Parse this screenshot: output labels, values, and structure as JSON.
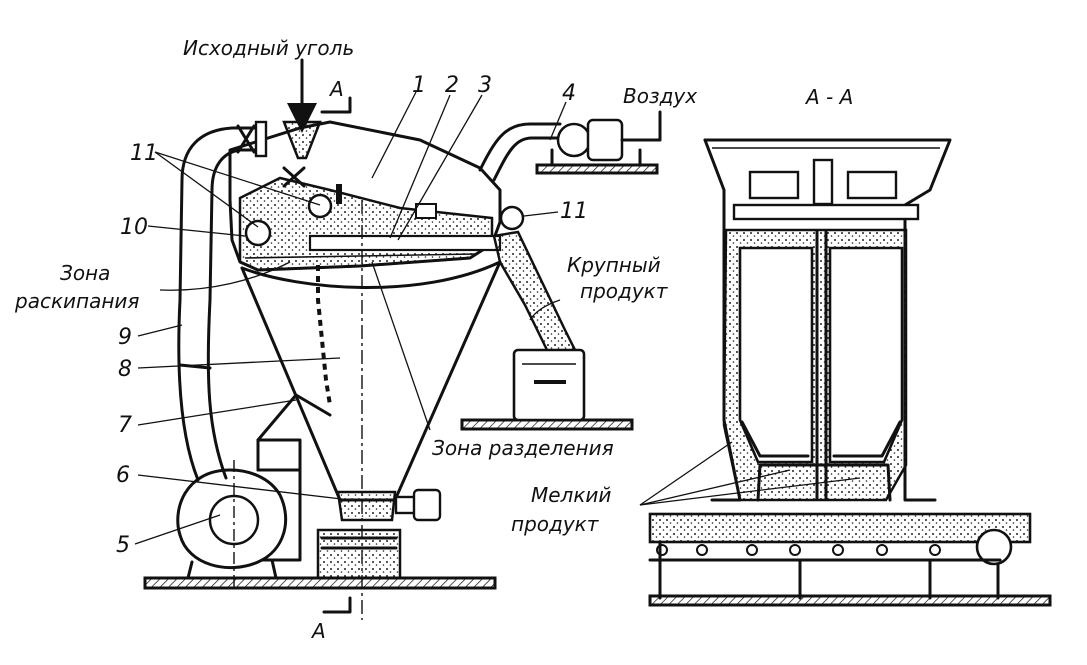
{
  "labels": {
    "source_coal": "Исходный уголь",
    "air": "Воздух",
    "section": "А - А",
    "section_mark": "А",
    "boiling_zone_1": "Зона",
    "boiling_zone_2": "раскипания",
    "coarse_product_1": "Крупный",
    "coarse_product_2": "продукт",
    "separation_zone": "Зона разделения",
    "fine_product_1": "Мелкий",
    "fine_product_2": "продукт"
  },
  "numbers": {
    "n1": "1",
    "n2": "2",
    "n3": "3",
    "n4": "4",
    "n5": "5",
    "n6": "6",
    "n7": "7",
    "n8": "8",
    "n9": "9",
    "n10": "10",
    "n11": "11"
  }
}
